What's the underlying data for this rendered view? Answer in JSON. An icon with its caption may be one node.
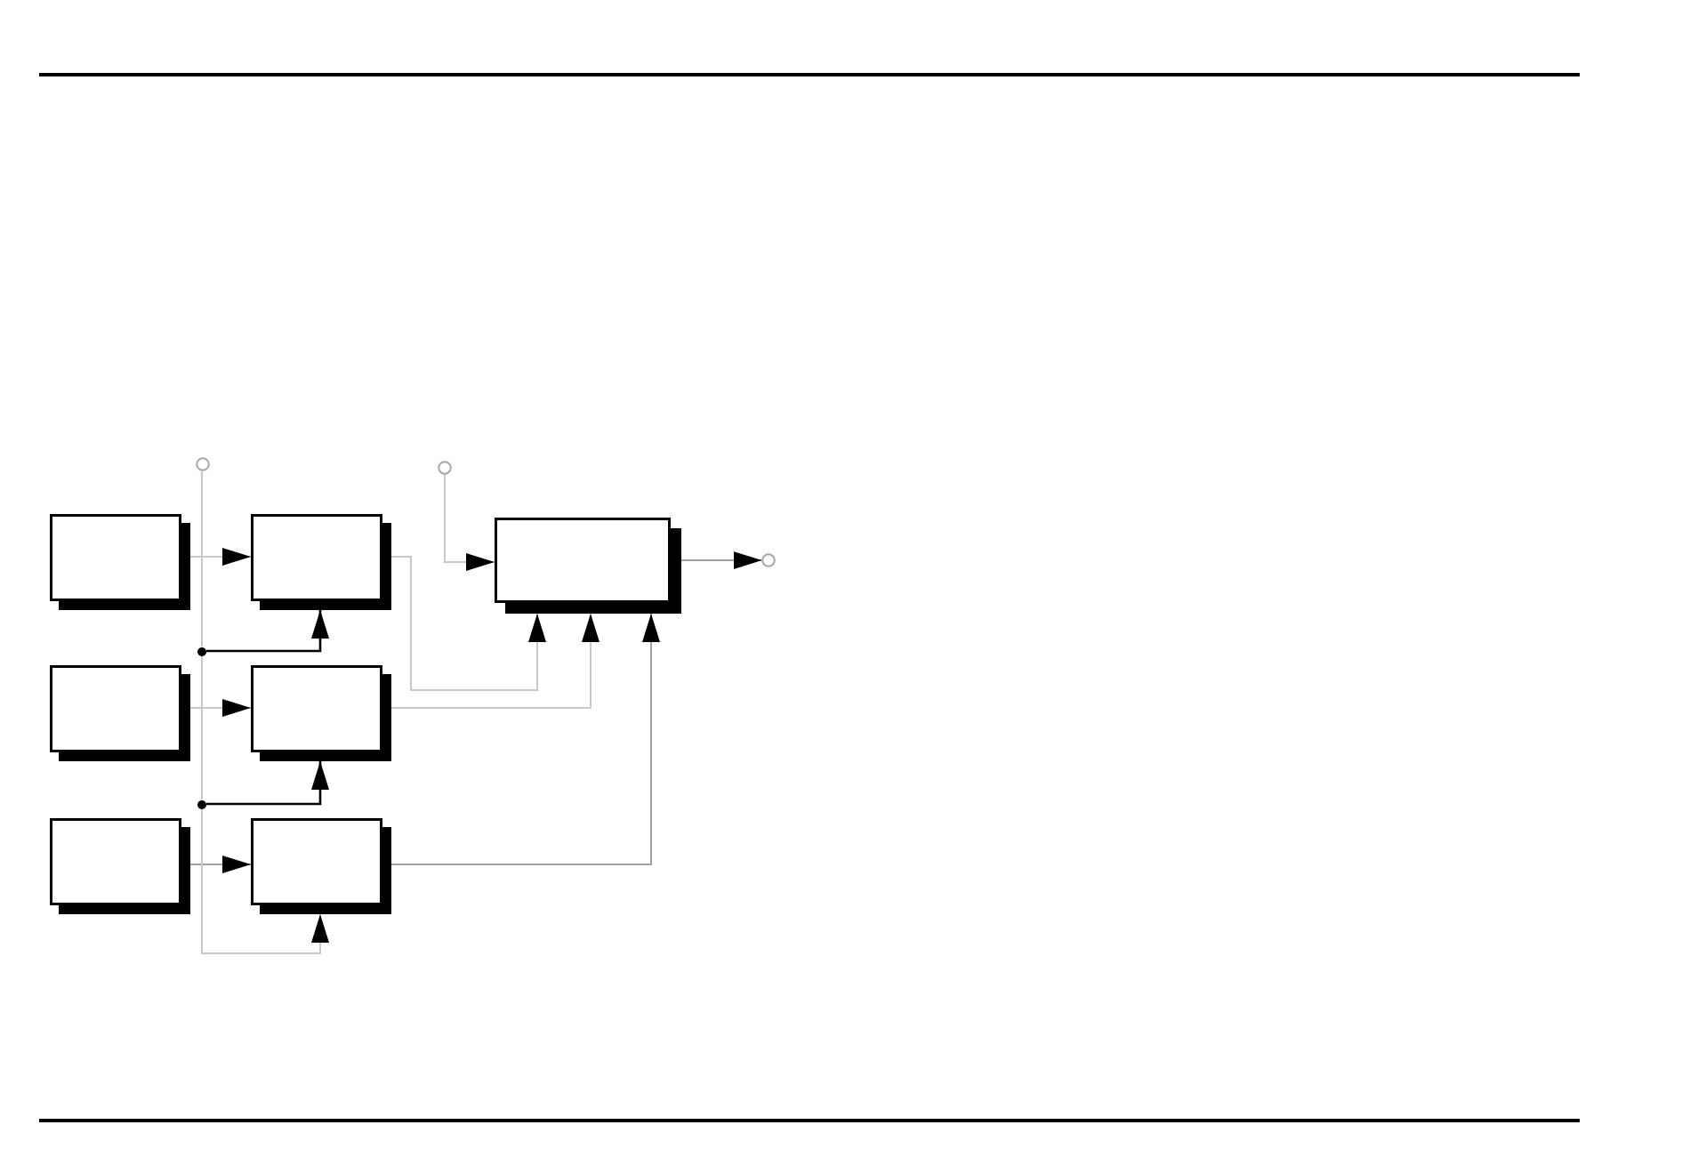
{
  "diagram": {
    "nodes": [
      {
        "text": [],
        "shape": "circle"
      },
      {
        "text": [],
        "shape": "circle"
      },
      {
        "text": [],
        "shape": "box"
      },
      {
        "text": [],
        "shape": "box"
      },
      {
        "text": [],
        "shape": "box"
      },
      {
        "text": [],
        "shape": "circle"
      },
      {
        "text": [],
        "shape": "dot"
      },
      {
        "text": [],
        "shape": "box"
      },
      {
        "text": [],
        "shape": "box"
      },
      {
        "text": [],
        "shape": "dot"
      },
      {
        "text": [],
        "shape": "box"
      },
      {
        "text": [],
        "shape": "box"
      }
    ],
    "edges": [
      {
        "from": 2,
        "to": 3,
        "arrow": "to"
      },
      {
        "from": 7,
        "to": 8,
        "arrow": "to"
      },
      {
        "from": 10,
        "to": 11,
        "arrow": "to",
        "color": "#a0a0a0"
      },
      {
        "from": 0,
        "to": 6,
        "arrow": "none"
      },
      {
        "from": 6,
        "to": 3,
        "arrow": "to",
        "color": "#000000"
      },
      {
        "from": 6,
        "to": 9,
        "arrow": "none"
      },
      {
        "from": 9,
        "to": 8,
        "arrow": "to",
        "color": "#000000"
      },
      {
        "from": 9,
        "to": 11,
        "arrow": "to"
      },
      {
        "from": 1,
        "to": 4,
        "arrow": "to"
      },
      {
        "from": 3,
        "to": 4,
        "arrow": "to"
      },
      {
        "from": 8,
        "to": 4,
        "arrow": "to"
      },
      {
        "from": 11,
        "to": 4,
        "arrow": "to",
        "color": "#a0a0a0"
      },
      {
        "from": 4,
        "to": 5,
        "arrow": "to",
        "color": "#a0a0a0"
      }
    ]
  }
}
